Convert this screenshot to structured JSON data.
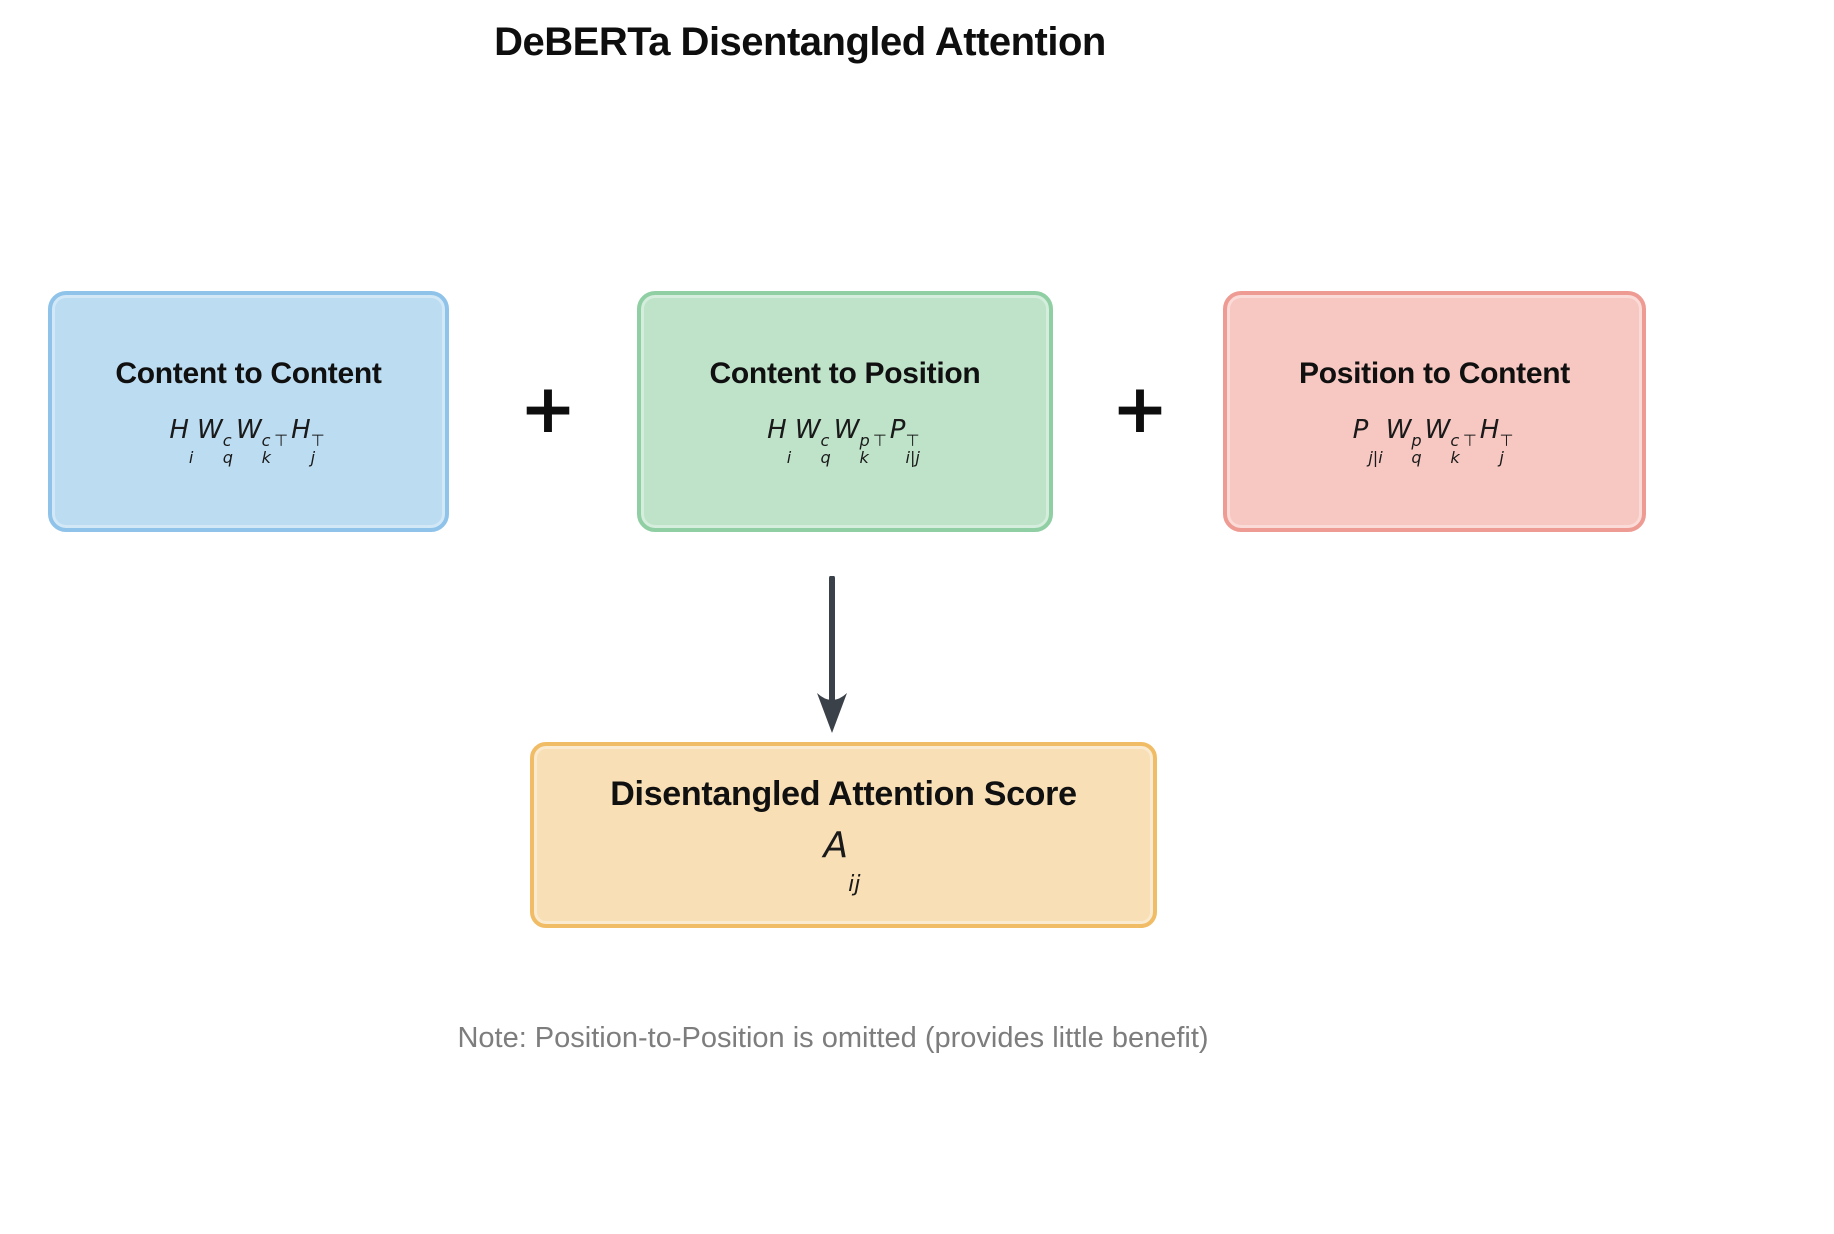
{
  "title": "DeBERTa Disentangled Attention",
  "note": "Note: Position-to-Position is omitted (provides little benefit)",
  "plus_operator": "+",
  "colors": {
    "background": "#ffffff",
    "text": "#111111",
    "note_text": "#7d7d7d",
    "arrow": "#3a4148",
    "content_to_content_fill": "#bcdcf2",
    "content_to_content_border": "#8fc3e9",
    "content_to_position_fill": "#bee3c9",
    "content_to_position_border": "#90cfa3",
    "position_to_content_fill": "#f7c8c2",
    "position_to_content_border": "#ee9c93",
    "result_fill": "#f8dfb6",
    "result_border": "#f1bc66"
  },
  "terms": [
    {
      "name": "content-to-content",
      "label": "Content to Content",
      "fill": "#bcdcf2",
      "border": "#8fc3e9",
      "formula": [
        {
          "b": "H",
          "sub": "i"
        },
        {
          "b": "W",
          "sub": "q",
          "sup": "c"
        },
        {
          "b": "W",
          "sub": "k",
          "sup": "c"
        },
        {
          "sup": "⊤"
        },
        {
          "b": "H",
          "sub": "j",
          "sup": "⊤"
        }
      ]
    },
    {
      "name": "content-to-position",
      "label": "Content to Position",
      "fill": "#bee3c9",
      "border": "#90cfa3",
      "formula": [
        {
          "b": "H",
          "sub": "i"
        },
        {
          "b": "W",
          "sub": "q",
          "sup": "c"
        },
        {
          "b": "W",
          "sub": "k",
          "sup": "p"
        },
        {
          "sup": "⊤"
        },
        {
          "b": "P",
          "sub": "i|j",
          "sup": "⊤"
        }
      ]
    },
    {
      "name": "position-to-content",
      "label": "Position to Content",
      "fill": "#f7c8c2",
      "border": "#ee9c93",
      "formula": [
        {
          "b": "P",
          "sub": "j|i"
        },
        {
          "b": "W",
          "sub": "q",
          "sup": "p"
        },
        {
          "b": "W",
          "sub": "k",
          "sup": "c"
        },
        {
          "sup": "⊤"
        },
        {
          "b": "H",
          "sub": "j",
          "sup": "⊤"
        }
      ]
    }
  ],
  "result": {
    "name": "disentangled-attention-score",
    "label": "Disentangled Attention Score",
    "fill": "#f8dfb6",
    "border": "#f1bc66",
    "formula": [
      {
        "b": "A",
        "sub": "ij"
      }
    ]
  }
}
